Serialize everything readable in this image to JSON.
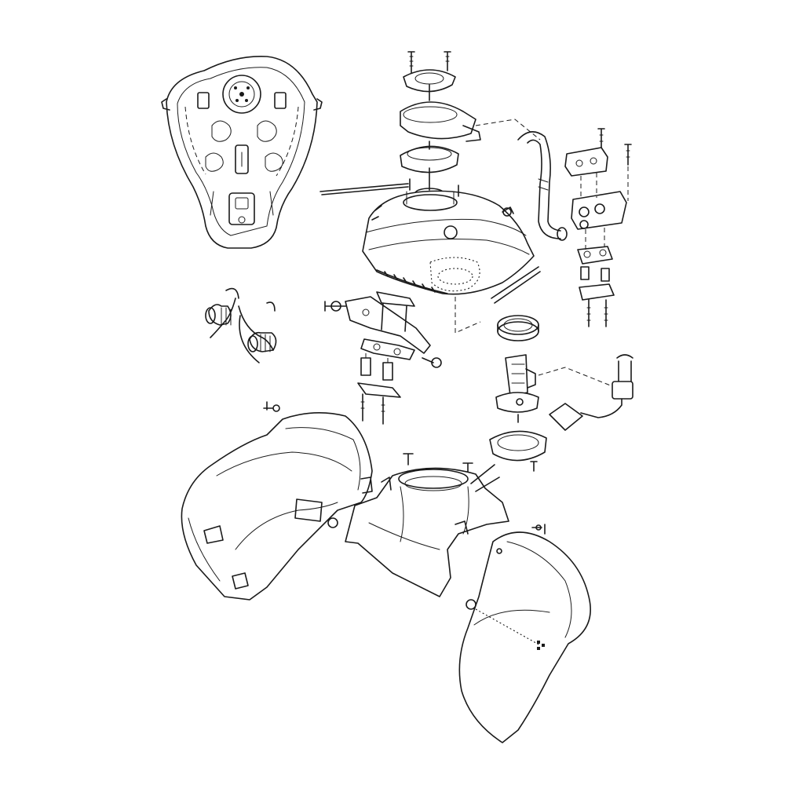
{
  "diagram": {
    "kind": "exploded-parts-view",
    "style": "monochrome line art",
    "colors": {
      "line": "#1a1a1a",
      "background": "#ffffff"
    },
    "groups": [
      "fuel-tank-underside-view",
      "fuel-cap-assembly",
      "fuel-tank",
      "breather-hose",
      "tank-mount-bracket-right",
      "tank-mount-bracket-center",
      "tank-damper-springs",
      "fuel-pump-assembly",
      "fuel-pump-connector",
      "tank-cover-left",
      "tank-cover-center",
      "tank-side-panel-right"
    ]
  }
}
